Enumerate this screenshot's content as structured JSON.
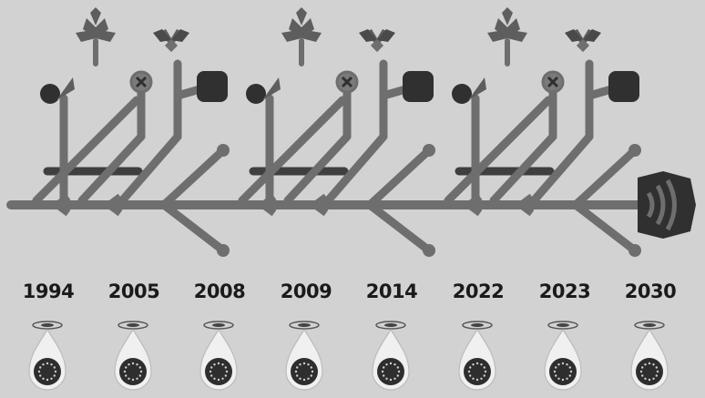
{
  "timeline": {
    "years": [
      "1994",
      "2005",
      "2008",
      "2009",
      "2014",
      "2022",
      "2023",
      "2030"
    ]
  },
  "icons": {
    "motif": "botanical-branch",
    "end_cap": "broadcast-waves-icon",
    "drop": "eu-stars-droplet-icon"
  },
  "colors": {
    "background": "#d2d2d2",
    "branch": "#6e6e6e",
    "branch_dark": "#3f3f3f",
    "flower": "#5e5e5e",
    "badge": "#303030",
    "year_text": "#1a1a1a"
  }
}
